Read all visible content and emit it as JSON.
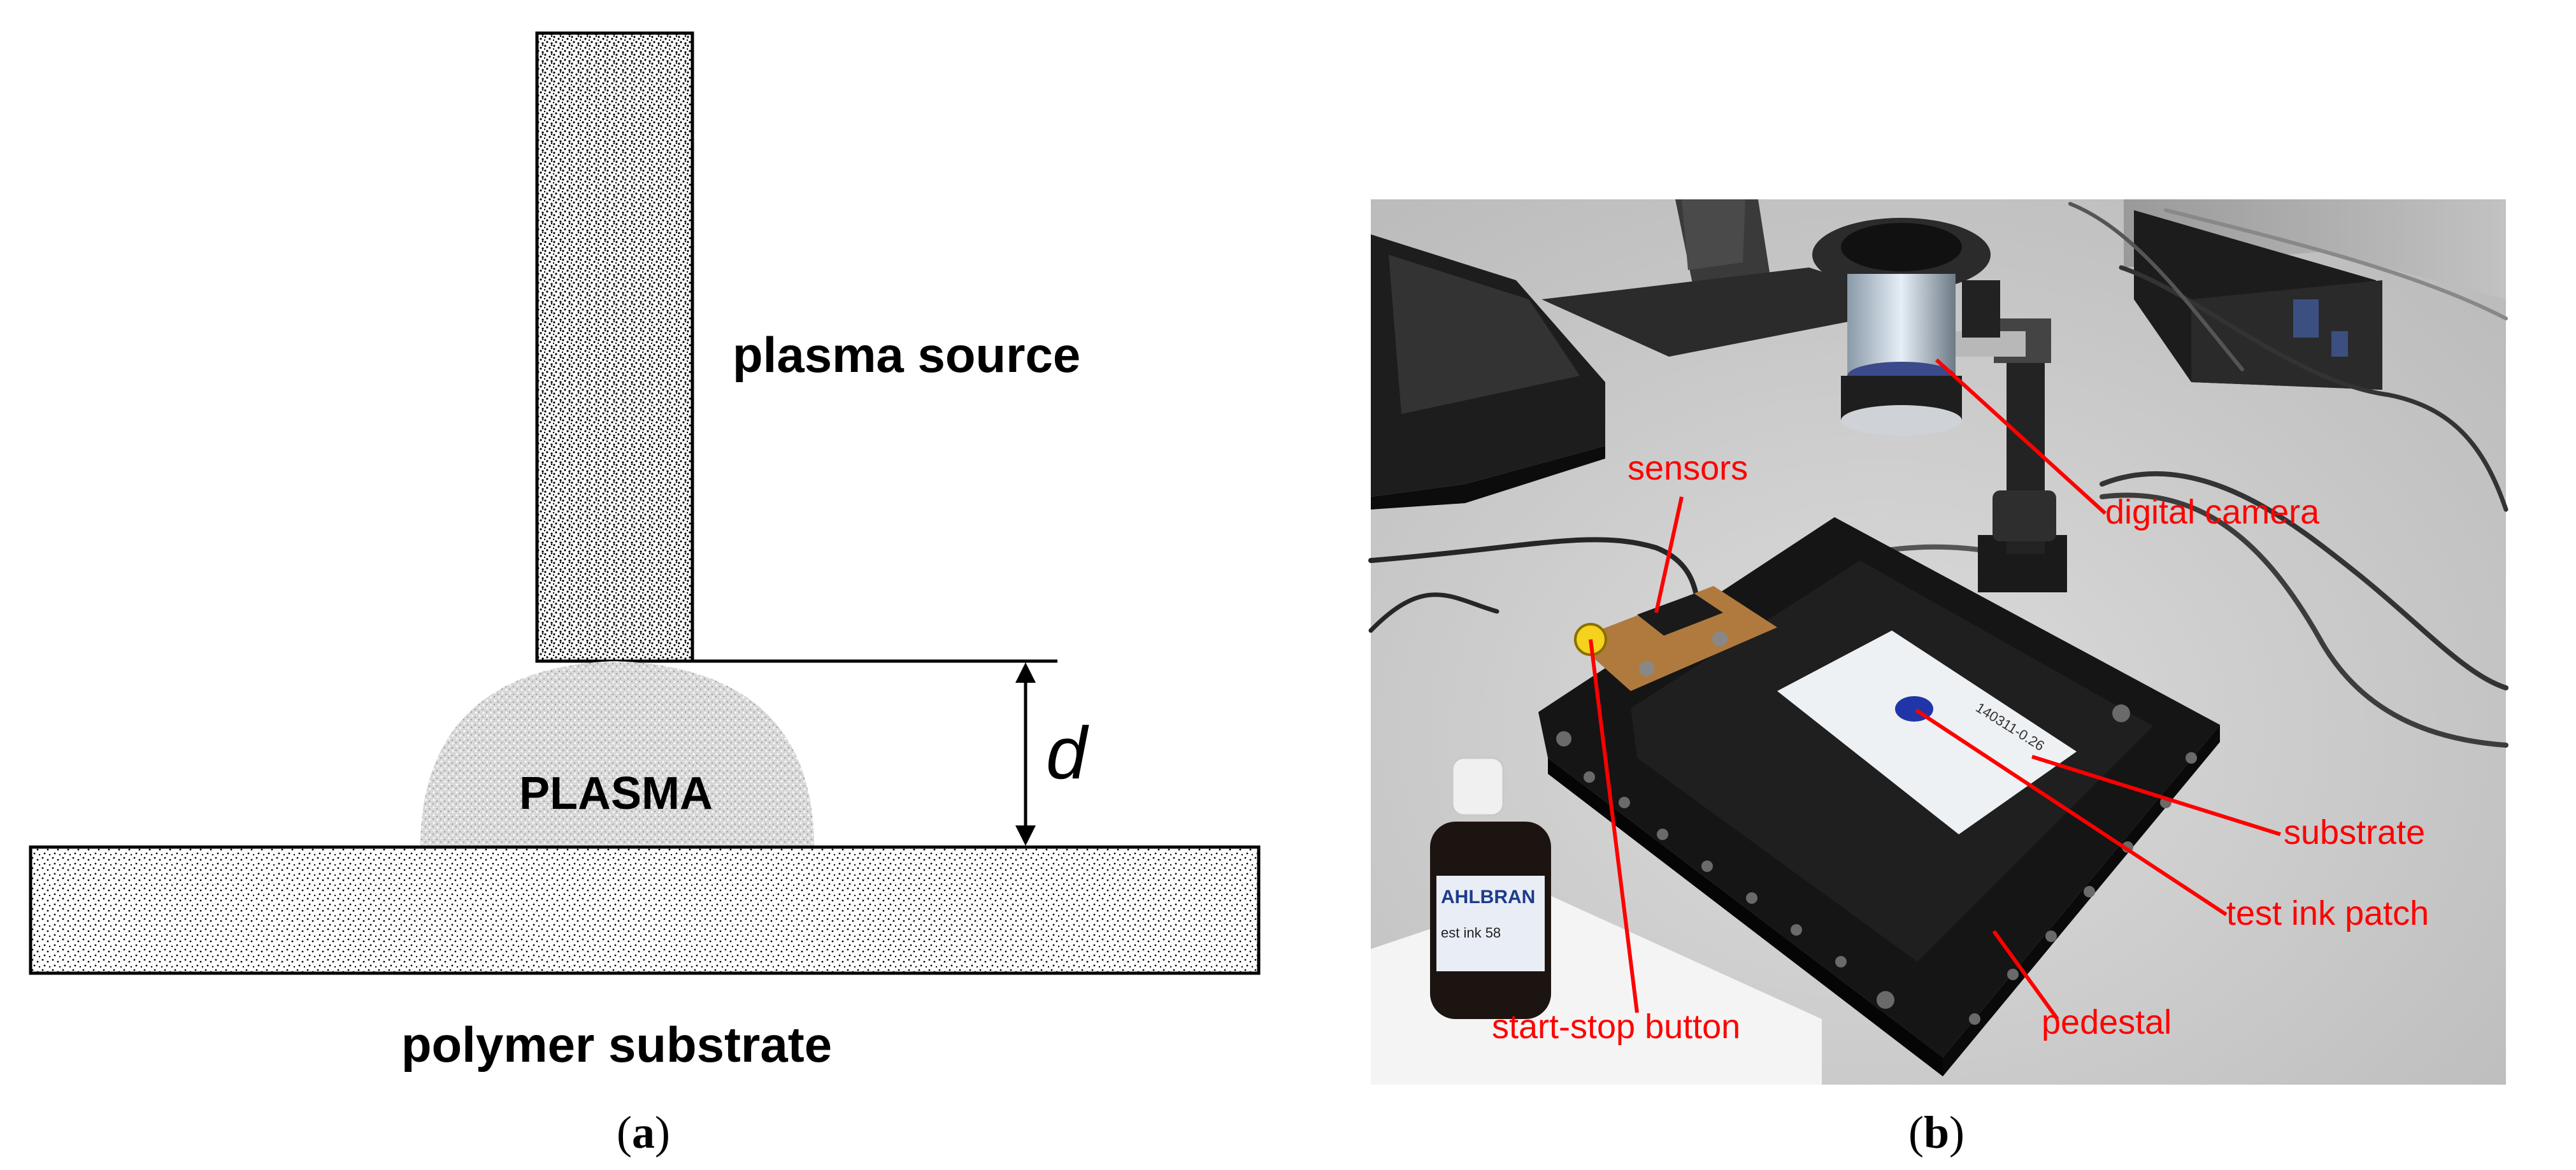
{
  "panel_a": {
    "label_plasma_source": "plasma source",
    "label_plasma": "PLASMA",
    "label_distance": "d",
    "label_substrate": "polymer substrate",
    "caption_letter": "a"
  },
  "panel_b": {
    "annotations": {
      "sensors": "sensors",
      "digital_camera": "digital camera",
      "substrate": "substrate",
      "test_ink_patch": "test ink patch",
      "pedestal": "pedestal",
      "start_stop_button": "start-stop button"
    },
    "bottle_label_brand": "AHLBRAN",
    "bottle_label_detail": "est ink 58",
    "substrate_marking": "140311-0.26",
    "caption_letter": "b"
  },
  "colors": {
    "annotation": "#ff0000",
    "line": "#000000",
    "background": "#ffffff"
  }
}
